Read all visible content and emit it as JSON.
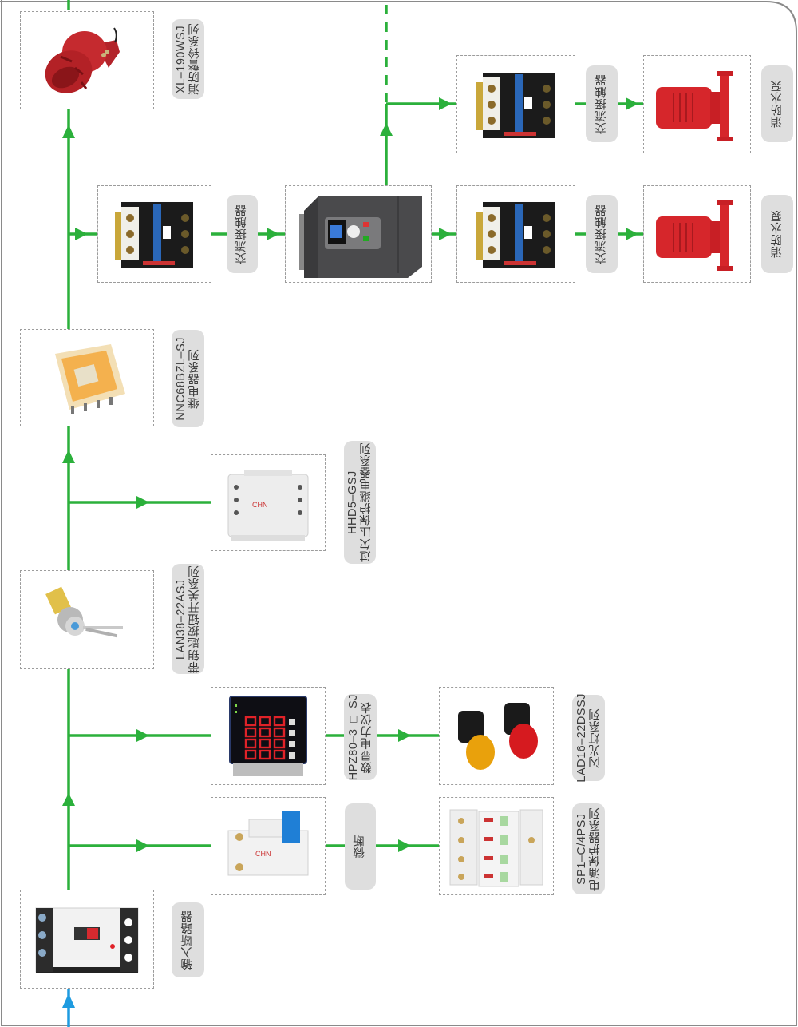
{
  "diagram": {
    "title": "",
    "colors": {
      "flow_line": "#2bb03b",
      "input_line": "#1e9be0",
      "label_bg": "#dedede",
      "label_text": "#3c3c3c",
      "box_border": "#9c9c9c",
      "frame_border": "#8a8a8a"
    },
    "nodes": [
      {
        "id": "input-breaker",
        "product": "molded-case-circuit-breaker",
        "label_lines": [
          "输入断路器"
        ]
      },
      {
        "id": "micro-breaker",
        "product": "miniature-circuit-breaker",
        "label_lines": [
          "微断"
        ]
      },
      {
        "id": "surge-protector",
        "product": "surge-protector",
        "label_lines": [
          "SP1–C/4PSJ",
          "电涌保护器系列"
        ]
      },
      {
        "id": "power-meter",
        "product": "digital-power-meter",
        "label_lines": [
          "HPZ80–3 □ SJ",
          "数显电力仪表"
        ]
      },
      {
        "id": "flash-light",
        "product": "indicator-lights",
        "label_lines": [
          "LAD16–22DSSJ",
          "闪光灯系列"
        ]
      },
      {
        "id": "key-switch",
        "product": "key-button-switch",
        "label_lines": [
          "LAN38–22ASJ",
          "带钥匙按钮开关系列"
        ]
      },
      {
        "id": "voltage-relay",
        "product": "voltage-protection-relay",
        "label_lines": [
          "HHD5–GSJ",
          "过欠压保护继电器系列"
        ]
      },
      {
        "id": "relay",
        "product": "relay",
        "label_lines": [
          "NNC68BZL–SJ",
          "继电器系列"
        ]
      },
      {
        "id": "contactor-1",
        "product": "ac-contactor",
        "label_lines": [
          "交流接触器"
        ]
      },
      {
        "id": "inverter",
        "product": "frequency-inverter",
        "label_lines": []
      },
      {
        "id": "contactor-2",
        "product": "ac-contactor",
        "label_lines": [
          "交流接触器"
        ]
      },
      {
        "id": "fire-pump-1",
        "product": "fire-water-pump",
        "label_lines": [
          "消防水泵"
        ]
      },
      {
        "id": "contactor-3",
        "product": "ac-contactor",
        "label_lines": [
          "交流接触器"
        ]
      },
      {
        "id": "fire-pump-2",
        "product": "fire-water-pump",
        "label_lines": [
          "消防水泵"
        ]
      },
      {
        "id": "alarm-bell",
        "product": "fire-alarm-siren",
        "label_lines": [
          "XL–190WSJ",
          "消防警铃系列"
        ]
      }
    ],
    "edges": [
      {
        "from": "power-input",
        "to": "input-breaker",
        "kind": "input"
      },
      {
        "from": "input-breaker",
        "to": "key-switch"
      },
      {
        "from": "input-breaker",
        "to": "micro-breaker"
      },
      {
        "from": "micro-breaker",
        "to": "surge-protector"
      },
      {
        "from": "input-breaker",
        "to": "power-meter"
      },
      {
        "from": "power-meter",
        "to": "flash-light"
      },
      {
        "from": "key-switch",
        "to": "voltage-relay"
      },
      {
        "from": "key-switch",
        "to": "relay"
      },
      {
        "from": "relay",
        "to": "contactor-1"
      },
      {
        "from": "contactor-1",
        "to": "inverter"
      },
      {
        "from": "inverter",
        "to": "contactor-2"
      },
      {
        "from": "contactor-2",
        "to": "fire-pump-1"
      },
      {
        "from": "inverter",
        "to": "contactor-3",
        "kind": "bypass"
      },
      {
        "from": "contactor-3",
        "to": "fire-pump-2"
      },
      {
        "from": "relay",
        "to": "alarm-bell"
      }
    ]
  }
}
